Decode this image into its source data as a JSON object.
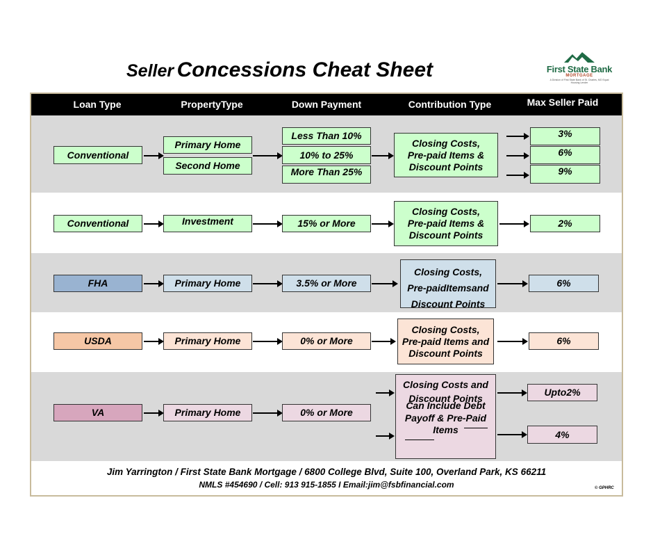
{
  "title": {
    "prefix": "Seller",
    "main": "Concessions Cheat Sheet"
  },
  "logo": {
    "name": "First State Bank",
    "sub": "MORTGAGE",
    "fine": "A Division of First State Bank of St. Charles, MO Equal Housing Lender"
  },
  "headers": [
    "Loan Type",
    "PropertyType",
    "Down Payment",
    "Contribution Type",
    "Max Seller Paid"
  ],
  "rows": {
    "conv": {
      "loan": "Conventional",
      "prop1": "Primary   Home",
      "prop2": "Second Home",
      "down1": "Less Than 10%",
      "down2": "10% to 25%",
      "down3": "More Than 25%",
      "contrib1": "Closing Costs,",
      "contrib2": "Pre-paid Items &",
      "contrib3": "Discount Points",
      "max1": "3%",
      "max2": "6%",
      "max3": "9%"
    },
    "inv": {
      "loan": "Conventional",
      "prop": "Investment",
      "down": "15% or More",
      "contrib1": "Closing Costs,",
      "contrib2": "Pre-paid Items &",
      "contrib3": "Discount Points",
      "max": "2%"
    },
    "fha": {
      "loan": "FHA",
      "prop": "Primary Home",
      "down": "3.5% or More",
      "contrib1": "Closing Costs,",
      "contrib2": "Pre-paidItemsand",
      "contrib3": "Discount Points",
      "max": "6%"
    },
    "usda": {
      "loan": "USDA",
      "prop": "Primary Home",
      "down": "0% or More",
      "contrib1": "Closing Costs,",
      "contrib2": "Pre-paid Items and",
      "contrib3": "Discount Points",
      "max": "6%"
    },
    "va": {
      "loan": "VA",
      "prop": "Primary Home",
      "down": "0% or More",
      "contrib1": "Closing Costs and",
      "contrib2": "Discount Points",
      "contrib3": "Can Include Debt",
      "contrib4": "Payoff & Pre-Paid",
      "contrib5": "Items",
      "max1": "Upto2%",
      "max2": "4%"
    }
  },
  "footer": {
    "line1": "Jim Yarrington / First State Bank Mortgage / 6800 College Blvd, Suite 100, Overland Park, KS 66211",
    "line2": "NMLS #454690   /   Cell: 913 915-1855   I   Email:jim@fsbfinancial.com",
    "copyright": "© GPHRC"
  }
}
